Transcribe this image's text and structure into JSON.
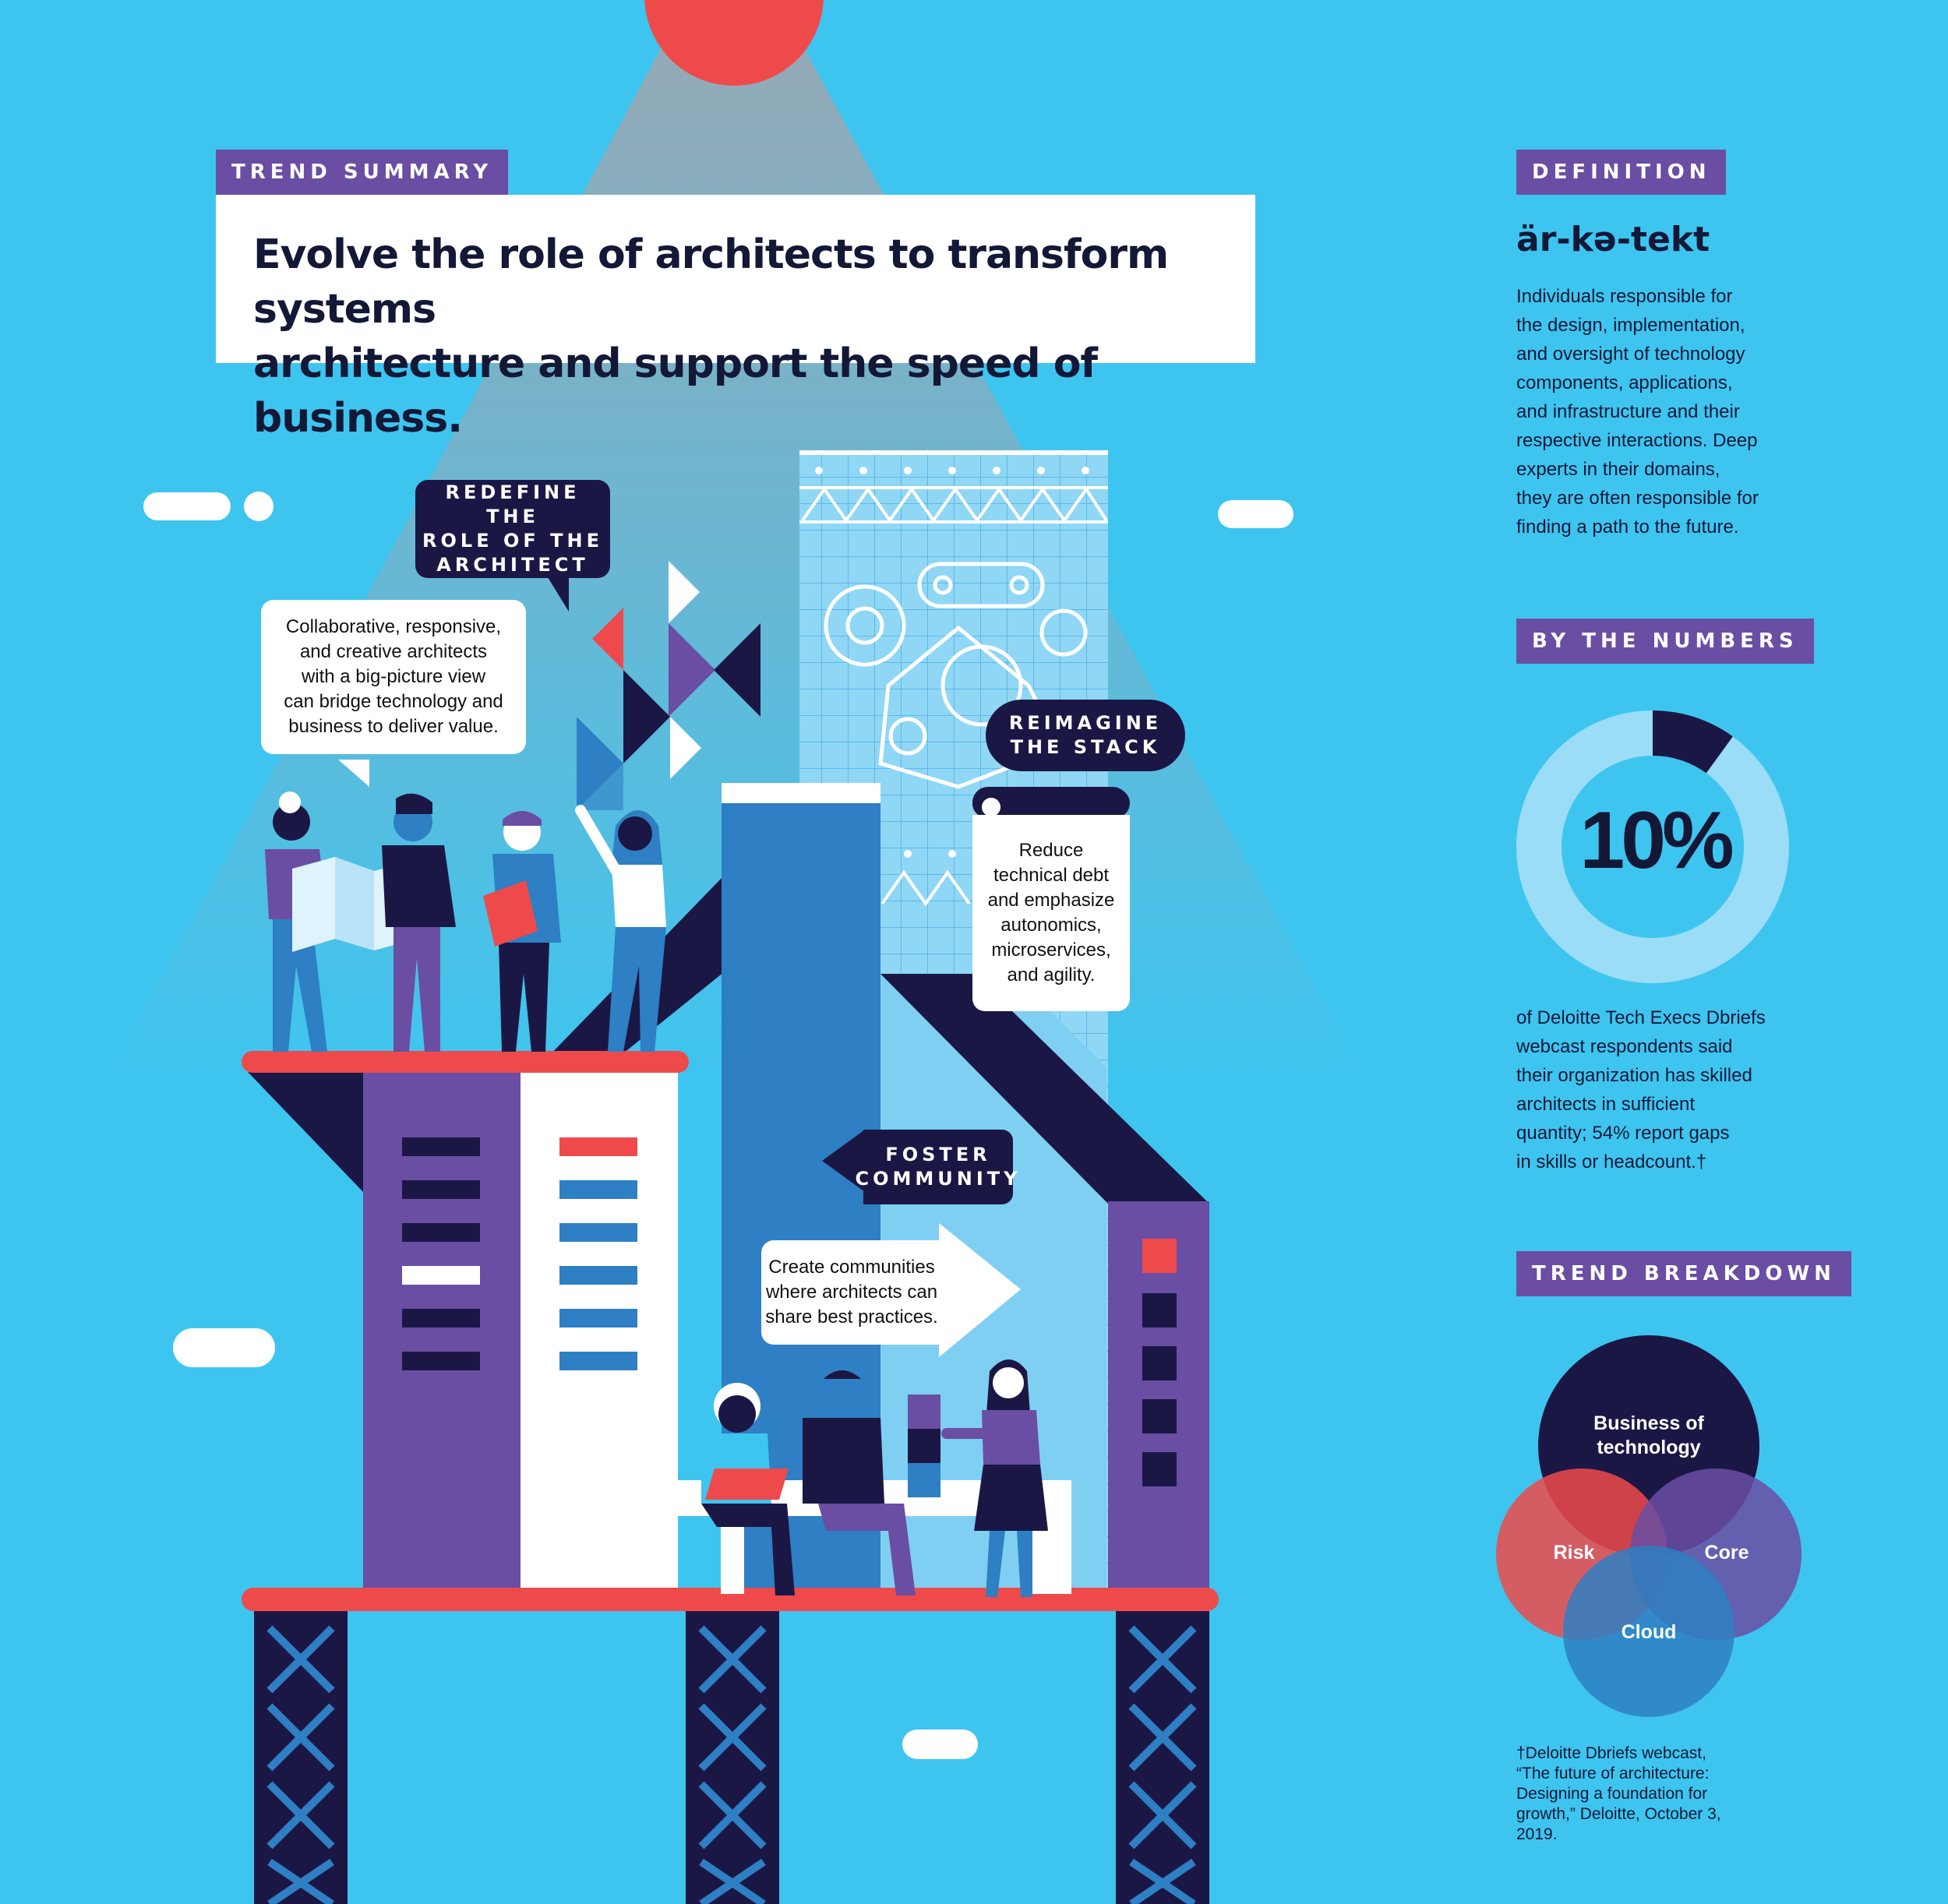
{
  "trend_summary": {
    "tag": "TREND SUMMARY",
    "headline_line1": "Evolve the role of architects to transform systems",
    "headline_line2": "architecture and support the speed of business."
  },
  "illustration": {
    "redefine": {
      "label_line1": "REDEFINE THE",
      "label_line2": "ROLE OF THE",
      "label_line3": "ARCHITECT",
      "text_line1": "Collaborative, responsive,",
      "text_line2": "and creative architects",
      "text_line3": "with a big-picture view",
      "text_line4": "can bridge technology and",
      "text_line5": "business to deliver value."
    },
    "reimagine": {
      "label_line1": "REIMAGINE",
      "label_line2": "THE STACK",
      "text_line1": "Reduce",
      "text_line2": "technical debt",
      "text_line3": "and emphasize",
      "text_line4": "autonomics,",
      "text_line5": "microservices,",
      "text_line6": "and agility."
    },
    "foster": {
      "label_line1": "FOSTER",
      "label_line2": "COMMUNITY",
      "text_line1": "Create communities",
      "text_line2": "where architects can",
      "text_line3": "share best practices."
    }
  },
  "definition": {
    "tag": "DEFINITION",
    "pronunciation": "är-kə-tekt",
    "lines": [
      "Individuals responsible for",
      "the design, implementation,",
      "and oversight of technology",
      "components, applications,",
      "and infrastructure and their",
      "respective interactions. Deep",
      "experts in their domains,",
      "they are often responsible for",
      "finding a path to the future."
    ]
  },
  "by_the_numbers": {
    "tag": "BY THE NUMBERS",
    "value_label": "10%",
    "value_fraction": 0.1,
    "lines": [
      "of Deloitte Tech Execs Dbriefs",
      "webcast respondents said",
      "their organization has skilled",
      "architects in sufficient",
      "quantity; 54% report gaps",
      "in skills or headcount.†"
    ]
  },
  "trend_breakdown": {
    "tag": "TREND BREAKDOWN",
    "circles": {
      "top_line1": "Business of",
      "top_line2": "technology",
      "left": "Risk",
      "right": "Core",
      "bottom": "Cloud"
    }
  },
  "footnote": {
    "lines": [
      "†Deloitte Dbriefs webcast,",
      "“The future of architecture:",
      "Designing a foundation for",
      "growth,” Deloitte, October 3,",
      "2019."
    ]
  },
  "colors": {
    "background": "#3dc5f0",
    "navy": "#1b1745",
    "purple": "#6a4ea3",
    "red": "#ef4a4b",
    "blue": "#2e7fc3",
    "light_blue": "#7fcff2",
    "white": "#ffffff"
  }
}
